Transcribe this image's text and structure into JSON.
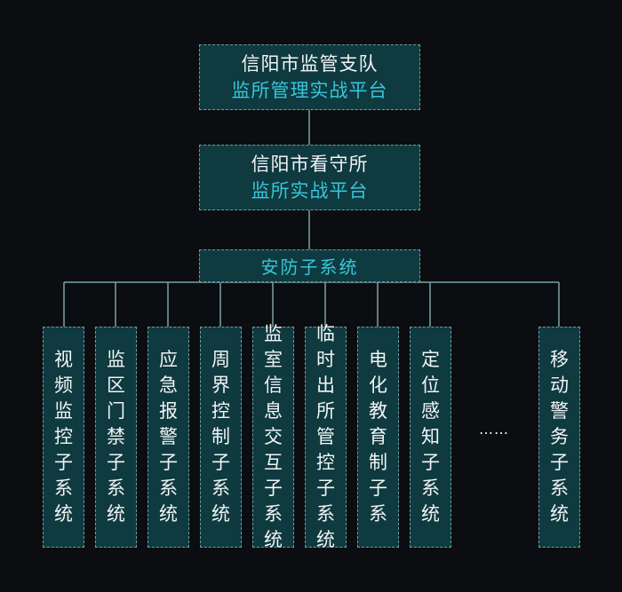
{
  "top": {
    "line1": "信阳市监管支队",
    "line2": "监所管理实战平台"
  },
  "middle": {
    "line1": "信阳市看守所",
    "line2": "监所实战平台"
  },
  "subsystem_group": {
    "label": "安防子系统"
  },
  "leaves": [
    {
      "label": "视频监控子系统"
    },
    {
      "label": "监区门禁子系统"
    },
    {
      "label": "应急报警子系统"
    },
    {
      "label": "周界控制子系统"
    },
    {
      "label": "监室信息交互子系统"
    },
    {
      "label": "临时出所管控子系统"
    },
    {
      "label": "电化教育制子系"
    },
    {
      "label": "定位感知子系统"
    },
    {
      "label": "移动警务子系统"
    }
  ],
  "ellipsis": "……",
  "colors": {
    "background": "#0b0d10",
    "box_fill": "#0e3a40",
    "box_border": "#6f9da2",
    "accent_text": "#38c6d8",
    "main_text": "#f2f4f4",
    "connector": "#7aa4a8"
  }
}
